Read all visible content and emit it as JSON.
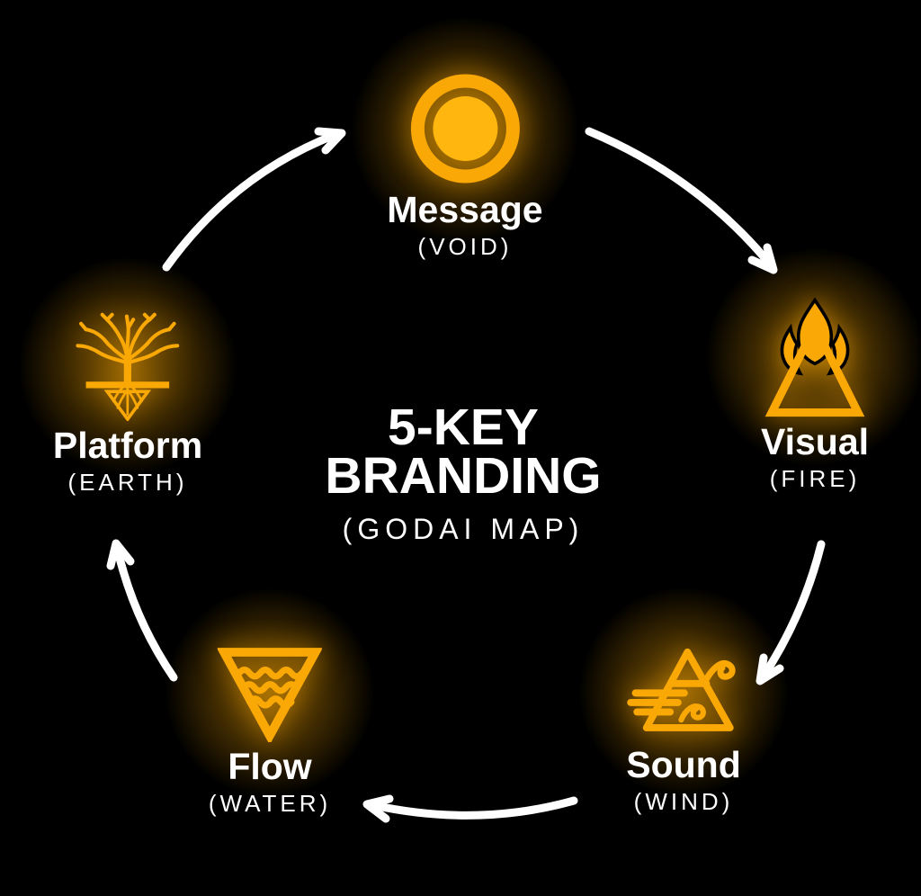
{
  "background_color": "#000000",
  "accent_color": "#F9A806",
  "accent_bright_color": "#FFB60E",
  "arrow_color": "#FFFFFF",
  "text_color": "#FFFFFF",
  "title": {
    "line1": "5-KEY",
    "line2": "BRANDING",
    "subtitle": "(GODAI MAP)"
  },
  "nodes": [
    {
      "id": "message",
      "label": "Message",
      "element": "(VOID)",
      "icon": "void-circle-icon",
      "position": "top"
    },
    {
      "id": "visual",
      "label": "Visual",
      "element": "(FIRE)",
      "icon": "fire-triangle-icon",
      "position": "right"
    },
    {
      "id": "sound",
      "label": "Sound",
      "element": "(WIND)",
      "icon": "wind-triangle-icon",
      "position": "bottom-right"
    },
    {
      "id": "flow",
      "label": "Flow",
      "element": "(WATER)",
      "icon": "water-triangle-icon",
      "position": "bottom-left"
    },
    {
      "id": "platform",
      "label": "Platform",
      "element": "(EARTH)",
      "icon": "earth-tree-icon",
      "position": "left"
    }
  ],
  "cycle_arrows": [
    {
      "from": "Platform",
      "to": "Message"
    },
    {
      "from": "Message",
      "to": "Visual"
    },
    {
      "from": "Visual",
      "to": "Sound"
    },
    {
      "from": "Sound",
      "to": "Flow"
    },
    {
      "from": "Flow",
      "to": "Platform"
    }
  ]
}
